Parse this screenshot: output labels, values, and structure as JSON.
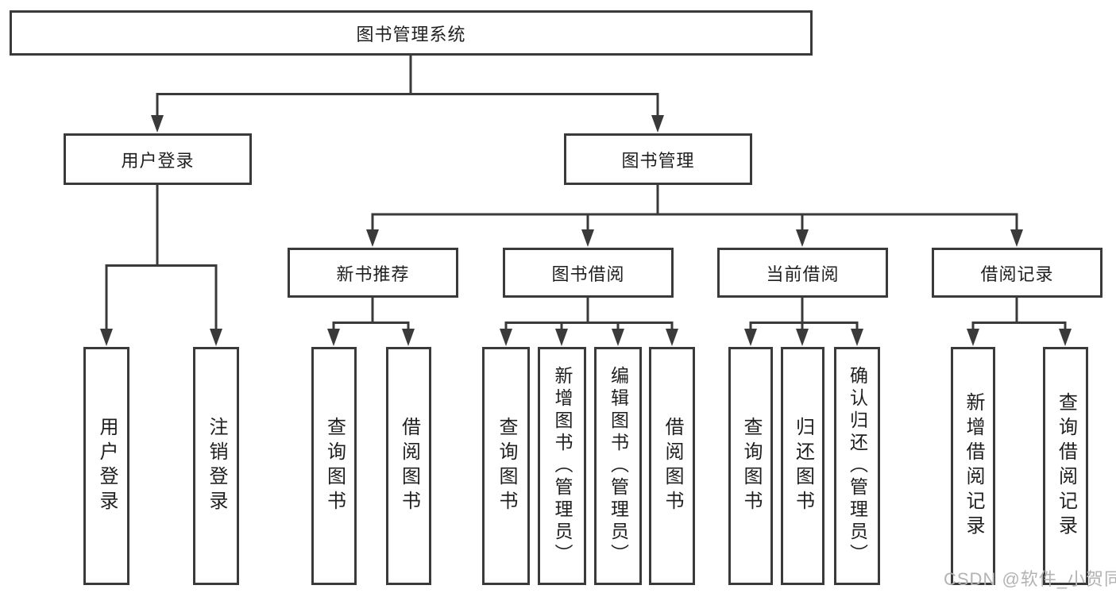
{
  "diagram": {
    "title": "图书管理系统",
    "type": "hierarchy-tree",
    "colors": {
      "line": "#3a3a3a",
      "box_border": "#3a3a3a",
      "text": "#1f1f1f",
      "background": "#ffffff",
      "watermark": "#b3b3b3"
    },
    "tree": {
      "root": {
        "label": "图书管理系统"
      },
      "branches": [
        {
          "label": "用户登录",
          "children": [
            {
              "label": "用户登录"
            },
            {
              "label": "注销登录"
            }
          ]
        },
        {
          "label": "图书管理",
          "children": [
            {
              "label": "新书推荐",
              "children": [
                {
                  "label": "查询图书"
                },
                {
                  "label": "借阅图书"
                }
              ]
            },
            {
              "label": "图书借阅",
              "children": [
                {
                  "label": "查询图书"
                },
                {
                  "label": "新增图书（管理员）"
                },
                {
                  "label": "编辑图书（管理员）"
                },
                {
                  "label": "借阅图书"
                }
              ]
            },
            {
              "label": "当前借阅",
              "children": [
                {
                  "label": "查询图书"
                },
                {
                  "label": "归还图书"
                },
                {
                  "label": "确认归还（管理员）"
                }
              ]
            },
            {
              "label": "借阅记录",
              "children": [
                {
                  "label": "新增借阅记录"
                },
                {
                  "label": "查询借阅记录"
                }
              ]
            }
          ]
        }
      ]
    },
    "watermark": "CSDN @软件_小贺同学"
  }
}
